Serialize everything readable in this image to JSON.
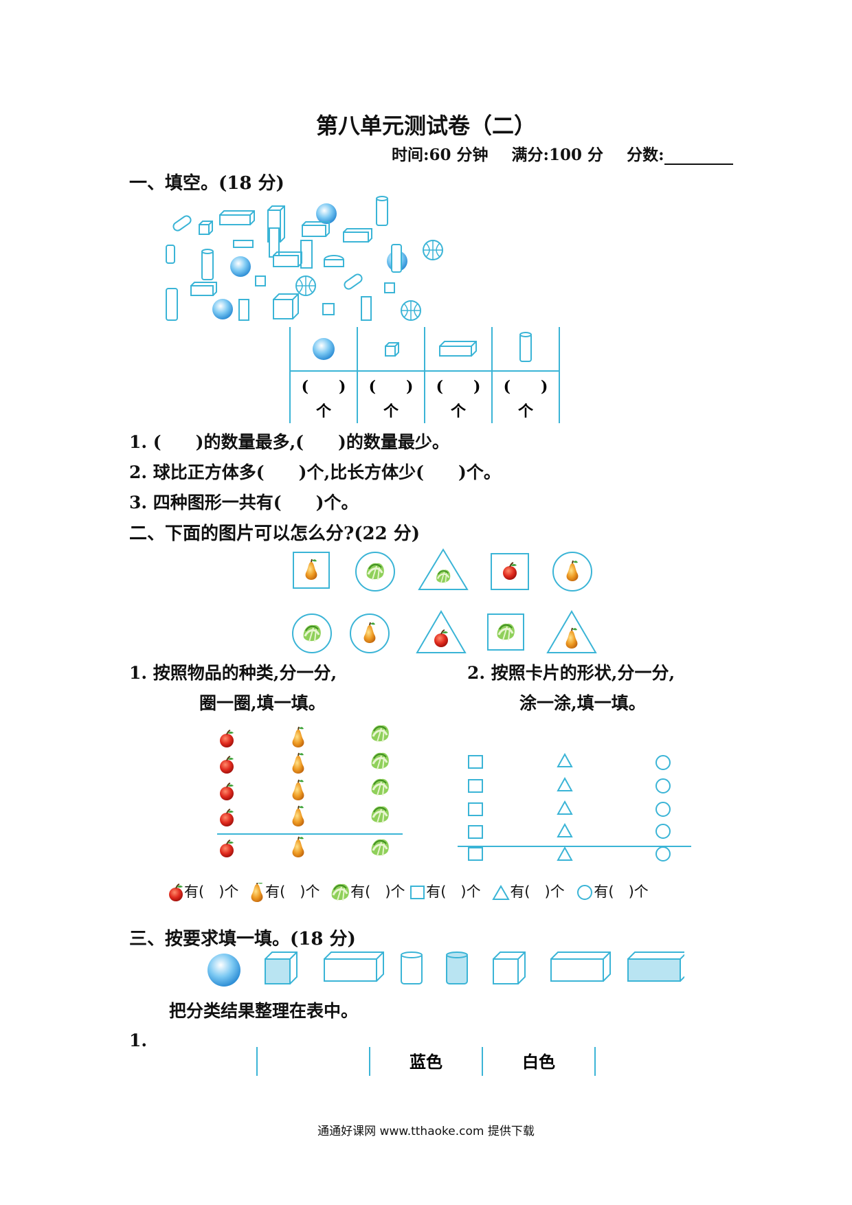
{
  "title": "第八单元测试卷（二）",
  "meta": {
    "time": "时间:60 分钟",
    "full": "满分:100 分",
    "score": "分数:"
  },
  "section1": {
    "heading": "一、填空。(18 分)",
    "table": {
      "paren": "(　　)",
      "unit": "个"
    },
    "q1": "1. (　　)的数量最多,(　　)的数量最少。",
    "q2": "2. 球比正方体多(　　)个,比长方体少(　　)个。",
    "q3": "3. 四种图形一共有(　　)个。"
  },
  "section2": {
    "heading": "二、下面的图片可以怎么分?(22 分)",
    "sub1": {
      "line1": "1. 按照物品的种类,分一分,",
      "line2": "圈一圈,填一填。"
    },
    "sub2": {
      "line1": "2. 按照卡片的形状,分一分,",
      "line2": "涂一涂,填一填。"
    },
    "fill_text": "有(　)个"
  },
  "section3": {
    "heading": "三、按要求填一填。(18 分)",
    "instruction": "把分类结果整理在表中。",
    "num": "1.",
    "table_headers": [
      "蓝色",
      "白色"
    ]
  },
  "footer": "通通好课网  www.tthaoke.com  提供下载",
  "colors": {
    "accent": "#3ab4d6",
    "sphere": "#5bb8f0",
    "apple": "#e02a1e",
    "pear": "#e8941c",
    "cabbage": "#6cbf3b"
  }
}
